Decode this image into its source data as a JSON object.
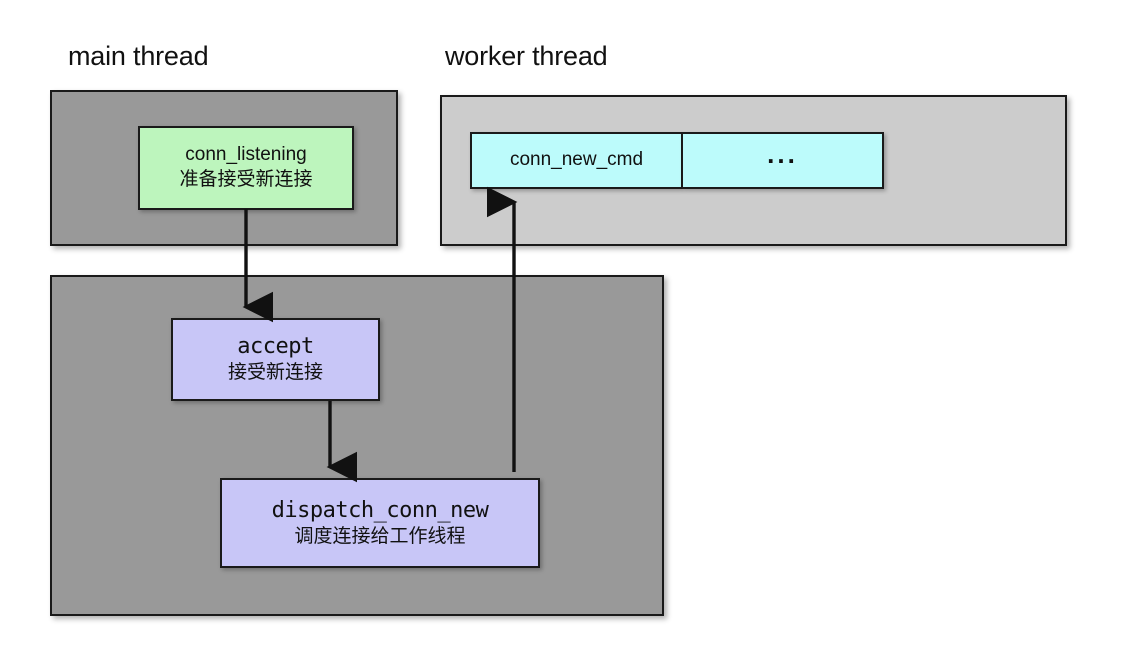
{
  "diagram": {
    "title": "memcached connection dispatch between main thread and worker thread",
    "colors": {
      "panel_main": "#999999",
      "panel_worker": "#cccccc",
      "node_green": "#bdf5bd",
      "node_purple": "#c8c6f7",
      "node_cyan": "#bcfbfb",
      "stroke": "#1a1a1a",
      "background": "#ffffff"
    },
    "labels": {
      "main_thread": "main thread",
      "worker_thread": "worker thread"
    },
    "nodes": {
      "conn_listening": {
        "name": "conn_listening",
        "caption": "准备接受新连接"
      },
      "accept": {
        "name": "accept",
        "caption": "接受新连接"
      },
      "dispatch_conn_new": {
        "name": "dispatch_conn_new",
        "caption": "调度连接给工作线程"
      },
      "queue_cmd": {
        "name": "conn_new_cmd"
      },
      "queue_more": {
        "name": "..."
      }
    },
    "arrows": [
      {
        "id": "conn-listening-to-accept",
        "from": "conn_listening",
        "to": "accept",
        "direction": "down"
      },
      {
        "id": "accept-to-dispatch",
        "from": "accept",
        "to": "dispatch_conn_new",
        "direction": "down"
      },
      {
        "id": "dispatch-to-queue",
        "from": "dispatch_conn_new",
        "to": "queue_cmd",
        "direction": "up"
      }
    ]
  }
}
